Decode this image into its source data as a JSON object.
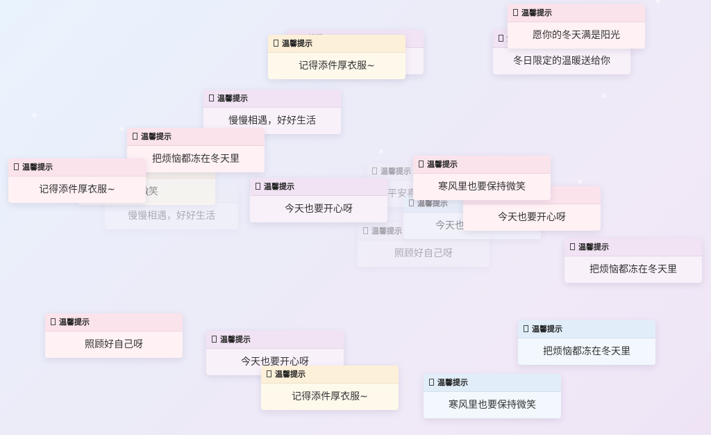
{
  "header_text": "温馨提示",
  "header_icon": "phone-icon",
  "flake_glyph": "❄",
  "messages": {
    "warm_sunshine": "愿你的冬天满是阳光",
    "winter_gift": "冬日限定的温暖送给你",
    "add_clothes": "记得添件厚衣服~",
    "slow_life": "慢慢相遇，好好生活",
    "freeze_worries": "把烦恼都冻在冬天里",
    "keep_smiling": "寒风里也要保持微笑",
    "keep_smiling_partial": "保持微笑",
    "be_happy": "今天也要开心呀",
    "be_happy_partial": "今天也",
    "be_happy_cut": "今天也要开心呀",
    "take_care": "照顾好自己呀",
    "peace_joy_partial": "平安喜乐"
  },
  "colors": {
    "pink": "#fbe3ec",
    "purple": "#f1e3f4",
    "yellow": "#fdf0d9",
    "blue": "#e1eef9",
    "grey": "#efedf3"
  }
}
